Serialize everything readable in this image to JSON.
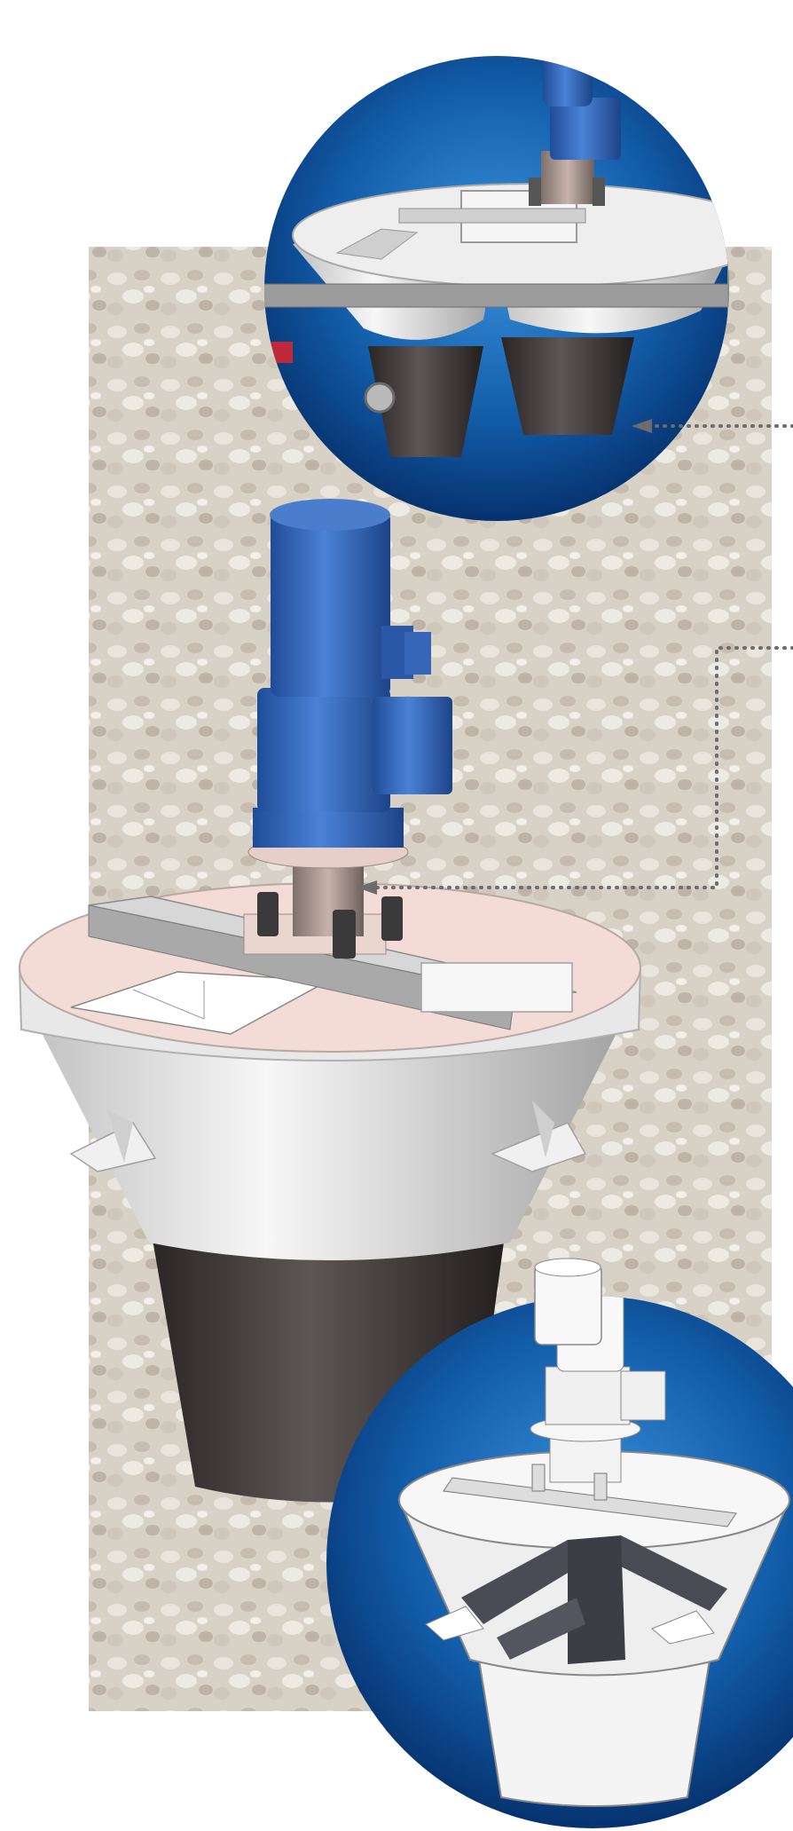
{
  "colors": {
    "page_background": "#ffffff",
    "gravel_panel": "#d9d2c7",
    "circle_blue_light": "#2f86d6",
    "circle_blue_dark": "#063f86",
    "motor_blue": "#2f63b8",
    "hopper_white": "#ececec",
    "cone_dark": "#3f3a39",
    "plate_pink": "#f4dcd6",
    "frame_grey": "#9a9a9a",
    "dotted_leader": "#6c6c6c"
  },
  "icons": [
    "twin-hopper-feeder-render",
    "single-hopper-feeder-render",
    "cutaway-hopper-internals-render",
    "dotted-leader-arrow"
  ]
}
